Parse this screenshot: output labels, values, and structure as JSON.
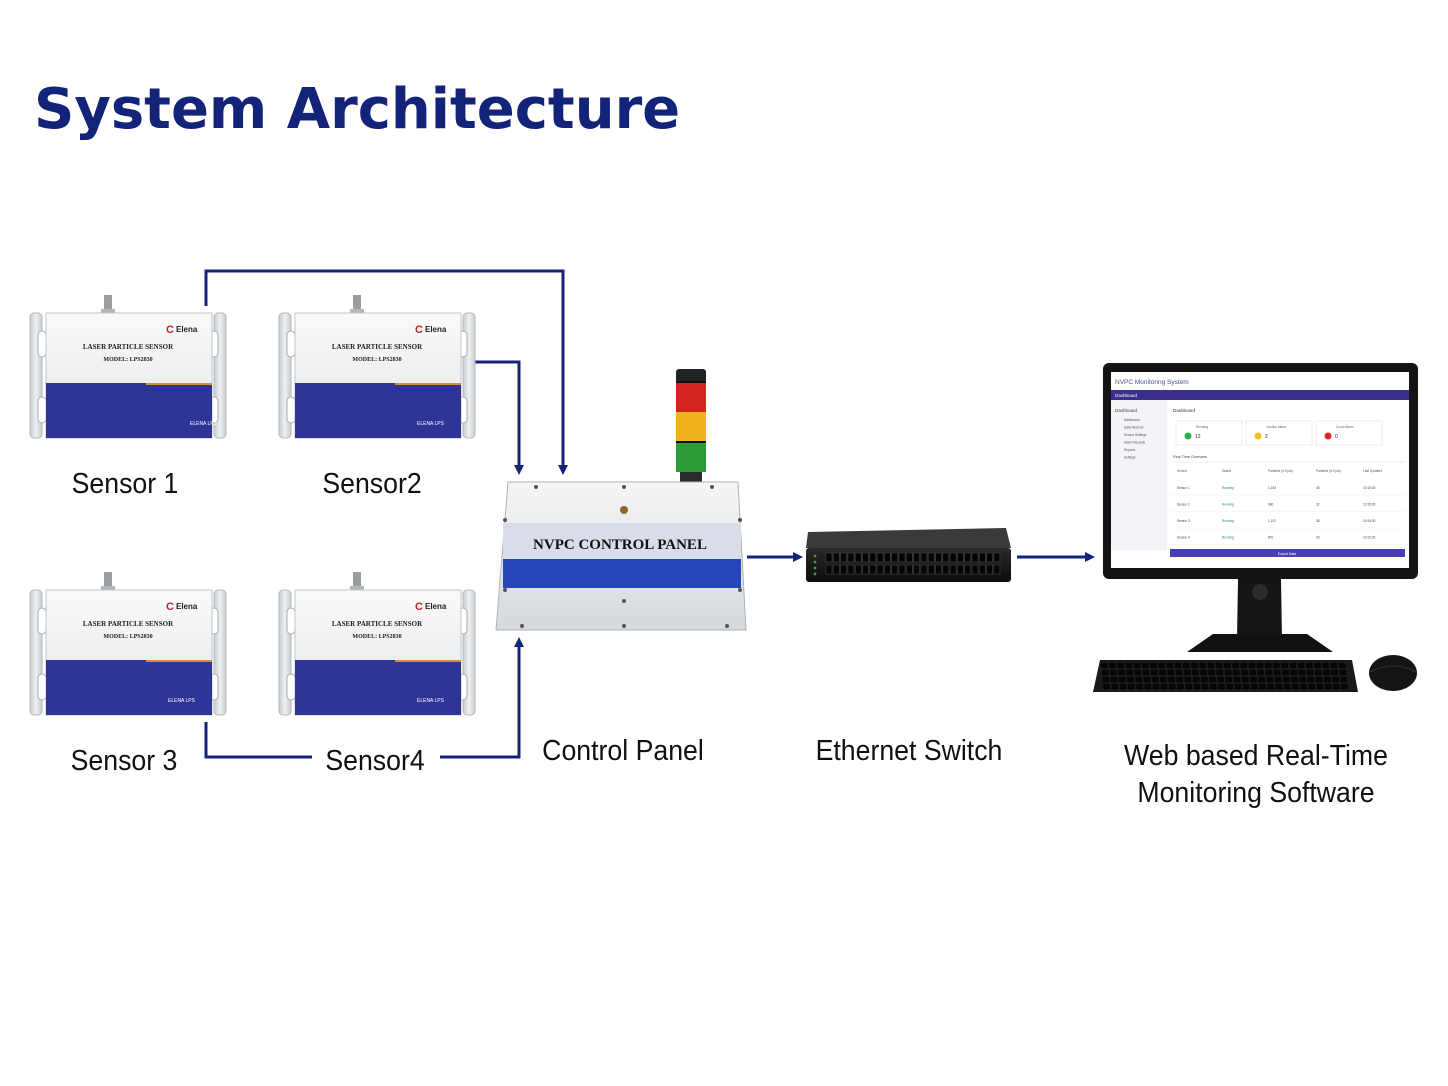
{
  "title": "System Architecture",
  "colors": {
    "title": "#14237a",
    "wire": "#14237a",
    "sensor_band": "#2f3596",
    "sensor_stripe_orange": "#d98a3a",
    "panel_band": "#2646b8"
  },
  "sensors": [
    {
      "label": "Sensor 1",
      "device_title": "LASER PARTICLE SENSOR",
      "model": "MODEL: LPS2830",
      "brand": "Elena",
      "footer": "ELENA LPS"
    },
    {
      "label": "Sensor2",
      "device_title": "LASER PARTICLE SENSOR",
      "model": "MODEL: LPS2830",
      "brand": "Elena",
      "footer": "ELENA LPS"
    },
    {
      "label": "Sensor 3",
      "device_title": "LASER PARTICLE SENSOR",
      "model": "MODEL: LPS2830",
      "brand": "Elena",
      "footer": "ELENA LPS"
    },
    {
      "label": "Sensor4",
      "device_title": "LASER PARTICLE SENSOR",
      "model": "MODEL: LPS2830",
      "brand": "Elena",
      "footer": "ELENA LPS"
    }
  ],
  "control_panel": {
    "label": "Control Panel",
    "plate_text": "NVPC CONTROL PANEL",
    "tower_lights": [
      "red",
      "yellow",
      "green"
    ]
  },
  "switch": {
    "label": "Ethernet Switch"
  },
  "monitor": {
    "label_line1": "Web based Real-Time",
    "label_line2": "Monitoring Software",
    "screen": {
      "app_title": "NVPC Monitoring System",
      "nav_active": "Dashboard",
      "sidebar_heading": "Dashboard",
      "sidebar_items": [
        "Dashboard",
        "Data Records",
        "Sensor Settings",
        "Alarm Records",
        "Reports",
        "Settings"
      ],
      "main_heading": "Dashboard",
      "cards": [
        {
          "label": "Running",
          "value": "12",
          "color": "#2bb34a"
        },
        {
          "label": "Caution Alarm",
          "value": "2",
          "color": "#f2c21b"
        },
        {
          "label": "Count Alarm",
          "value": "0",
          "color": "#e0262b"
        }
      ],
      "section_title": "Real Time Overview",
      "table_headers": [
        "Sensor",
        "Status",
        "Particles (0.5 µm)",
        "Particles (5.0 µm)",
        "Last Updated"
      ],
      "table_rows": [
        [
          "Sensor 1",
          "Running",
          "1,234",
          "45",
          "10:15:30"
        ],
        [
          "Sensor 2",
          "Running",
          "980",
          "32",
          "10:15:30"
        ],
        [
          "Sensor 3",
          "Running",
          "1,102",
          "38",
          "10:15:30"
        ],
        [
          "Sensor 4",
          "Running",
          "870",
          "29",
          "10:15:30"
        ]
      ],
      "button_label": "Export Data"
    }
  }
}
